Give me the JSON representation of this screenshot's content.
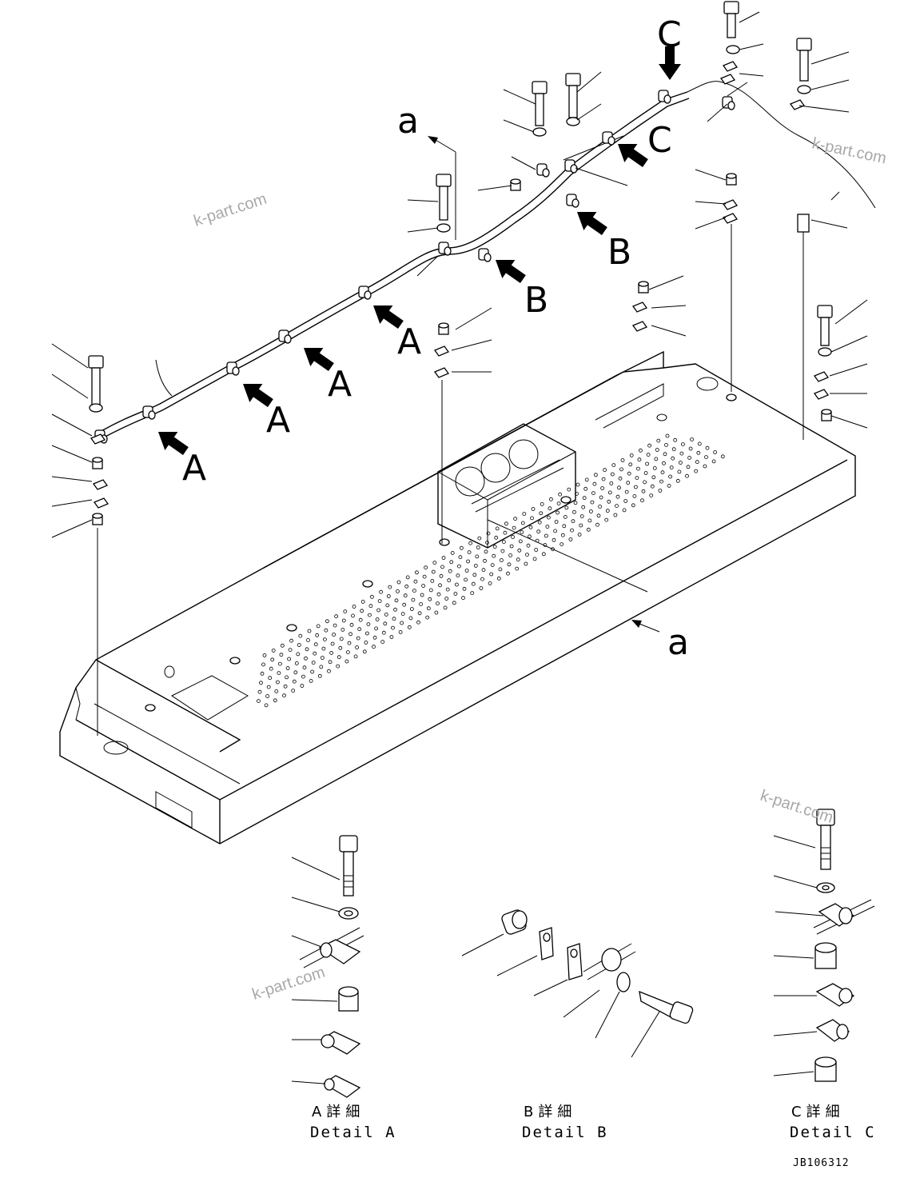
{
  "callouts": {
    "a_top": "a",
    "a_bottom": "a",
    "A": "A",
    "B": "B",
    "C": "C"
  },
  "details": [
    {
      "jp": "A詳細",
      "en": "Detail A"
    },
    {
      "jp": "B詳細",
      "en": "Detail B"
    },
    {
      "jp": "C詳細",
      "en": "Detail C"
    }
  ],
  "drawing_code": "JB106312",
  "watermarks": [
    "k-part.com",
    "k-part.com",
    "k-part.com",
    "k-part.com"
  ],
  "colors": {
    "line": "#000000",
    "background": "#ffffff",
    "watermark": "#a8a8a8"
  }
}
